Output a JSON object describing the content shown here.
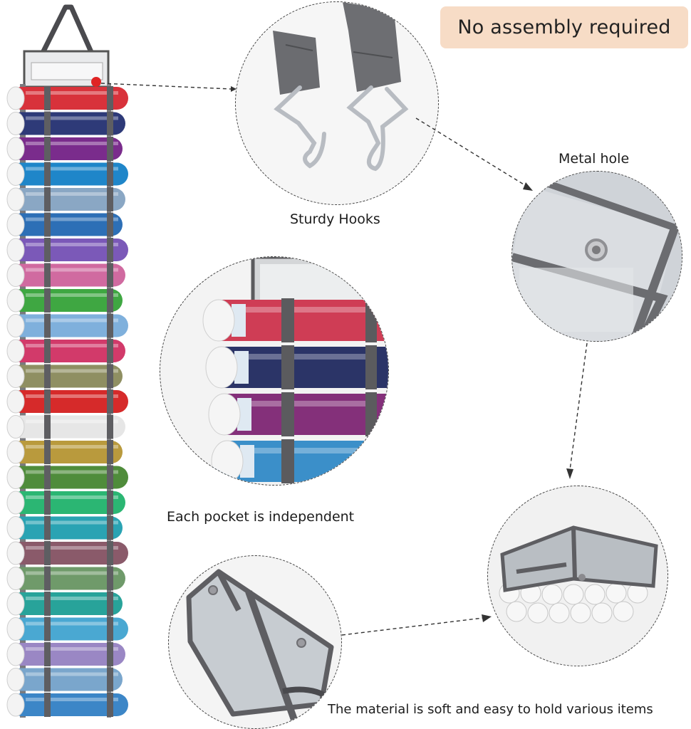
{
  "headline": "No assembly required",
  "callouts": {
    "hooks": "Sturdy Hooks",
    "metal_hole": "Metal hole",
    "pocket": "Each pocket is independent",
    "material": "The material is soft and easy to hold various items"
  },
  "colors": {
    "badge_bg": "#f7dcc6",
    "strap_gray": "#5e5e62",
    "accent_red": "#e02424",
    "fabric_gray": "#b9bec3"
  },
  "organizer": {
    "roll_colors": [
      "#d8323b",
      "#2e3a78",
      "#7a2c8c",
      "#1f86c9",
      "#8aa7c4",
      "#2d6fb6",
      "#7b59b8",
      "#d06aa0",
      "#3fa742",
      "#7fb0dc",
      "#d23a6a",
      "#8f8f62",
      "#d62a2a",
      "#e6e6e6",
      "#b99a3d",
      "#4f8c3b",
      "#2bb673",
      "#2aa3b3",
      "#8a5a6a",
      "#6f9a6a",
      "#28a39a",
      "#4aa8d2",
      "#9a87c4",
      "#7aa6cc",
      "#3c86c7"
    ]
  },
  "pocket_detail": {
    "roll_colors": [
      "#cf3d55",
      "#2b3467",
      "#84307a",
      "#3b8fc9"
    ]
  }
}
